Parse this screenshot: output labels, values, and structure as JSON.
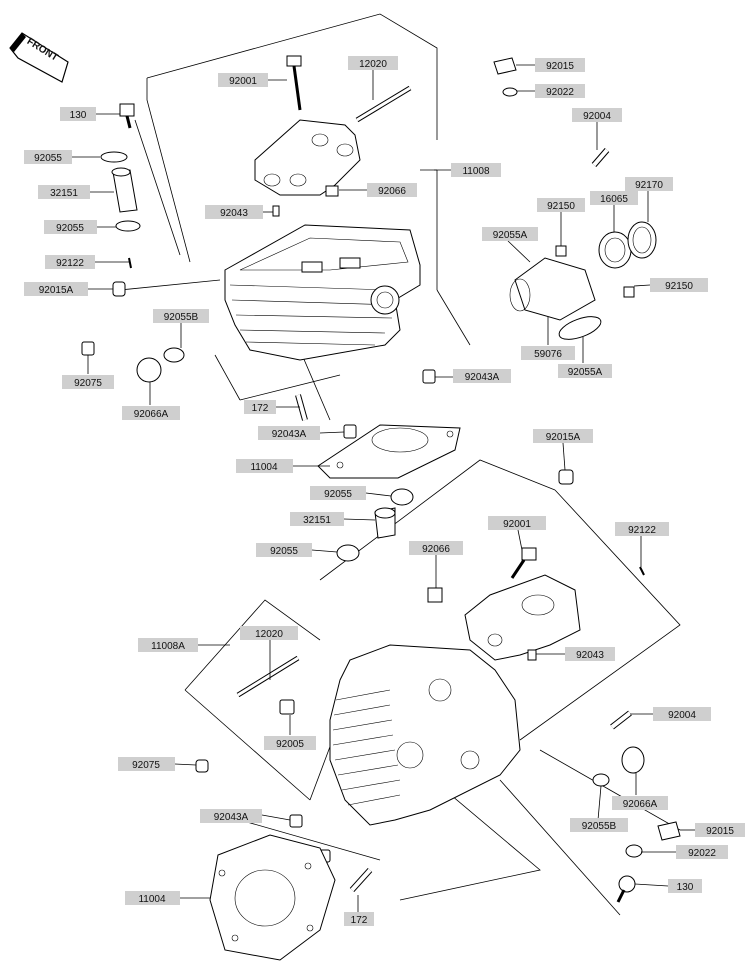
{
  "front_badge": "FRONT",
  "callouts": [
    "92001",
    "12020",
    "92015",
    "92022",
    "130",
    "92004",
    "92055",
    "11008",
    "92066",
    "32151",
    "92043",
    "92150",
    "16065",
    "92170",
    "92055",
    "92055A",
    "92122",
    "92150",
    "92015A",
    "92055B",
    "59076",
    "92055A",
    "92075",
    "92043A",
    "92066A",
    "172",
    "92043A",
    "11004",
    "92015A",
    "92055",
    "32151",
    "92001",
    "92055",
    "92066",
    "92122",
    "11008A",
    "12020",
    "92043",
    "92005",
    "92004",
    "92075",
    "92066A",
    "92043A",
    "92055B",
    "92015",
    "92022",
    "11004",
    "130",
    "172"
  ]
}
